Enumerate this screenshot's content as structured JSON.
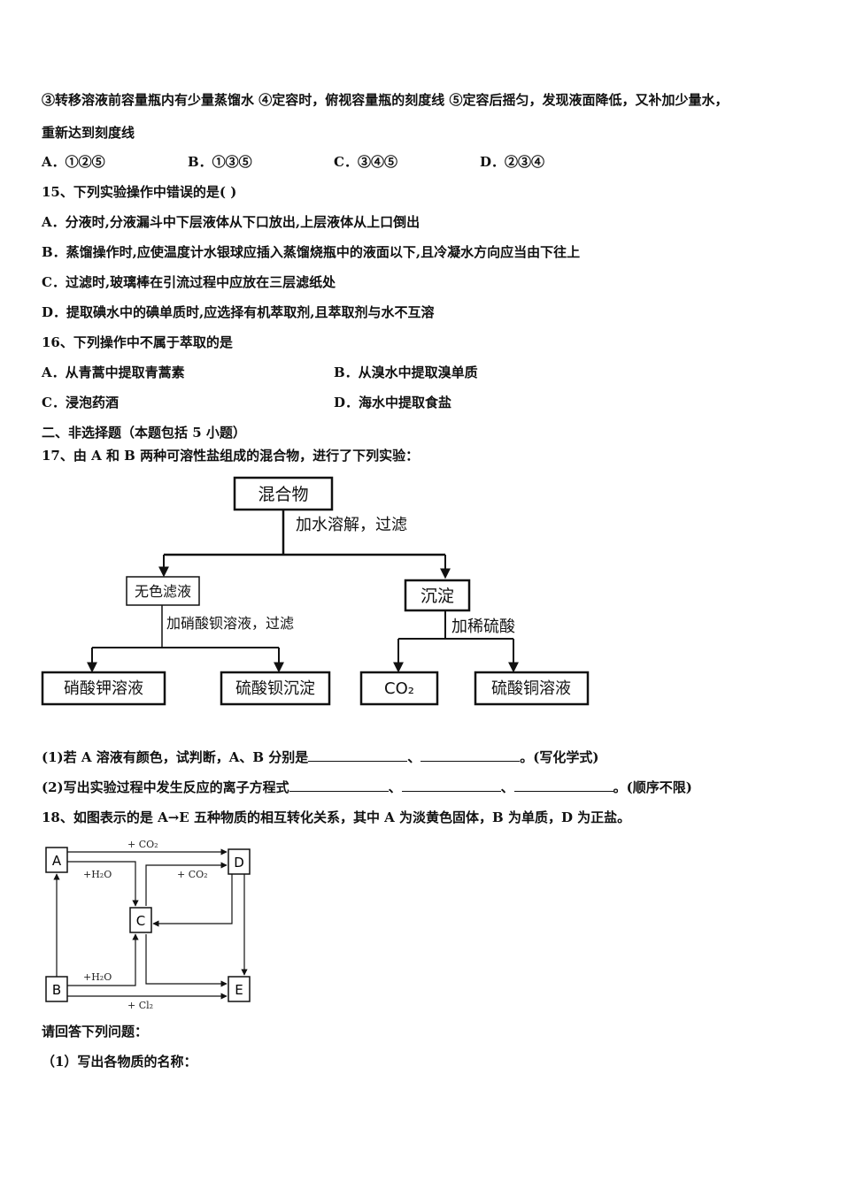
{
  "q14": {
    "line1": "③转移溶液前容量瓶内有少量蒸馏水 ④定容时，俯视容量瓶的刻度线 ⑤定容后摇匀，发现液面降低，又补加少量水，",
    "line2": "重新达到刻度线",
    "options": [
      "A．①②⑤",
      "B．①③⑤",
      "C．③④⑤",
      "D．②③④"
    ]
  },
  "q15": {
    "stem": "15、下列实验操作中错误的是(    )",
    "options": [
      "A．分液时,分液漏斗中下层液体从下口放出,上层液体从上口倒出",
      "B．蒸馏操作时,应使温度计水银球应插入蒸馏烧瓶中的液面以下,且冷凝水方向应当由下往上",
      "C．过滤时,玻璃棒在引流过程中应放在三层滤纸处",
      "D．提取碘水中的碘单质时,应选择有机萃取剂,且萃取剂与水不互溶"
    ]
  },
  "q16": {
    "stem": "16、下列操作中不属于萃取的是",
    "options": [
      "A．从青蒿中提取青蒿素",
      "B．从溴水中提取溴单质",
      "C．浸泡药酒",
      "D．海水中提取食盐"
    ]
  },
  "section2": "二、非选择题（本题包括 5 小题）",
  "q17": {
    "stem": "17、由 A 和 B 两种可溶性盐组成的混合物，进行了下列实验：",
    "flow": {
      "top": "混合物",
      "step1": "加水溶解，过滤",
      "left": "无色滤液",
      "right": "沉淀",
      "step_left": "加硝酸钡溶液，过滤",
      "step_right": "加稀硫酸",
      "out1": "硝酸钾溶液",
      "out2": "硫酸钡沉淀",
      "out3": "CO₂",
      "out4": "硫酸铜溶液"
    },
    "sub1_pre": "(1)若 A 溶液有颜色，试判断，A、B 分别是",
    "sep": "、",
    "sub1_post": "。(写化学式)",
    "sub2_pre": "(2)写出实验过程中发生反应的离子方程式",
    "sub2_post": "。(顺序不限)"
  },
  "q18": {
    "stem": "18、如图表示的是 A→E 五种物质的相互转化关系，其中 A 为淡黄色固体，B 为单质，D 为正盐。",
    "nodes": [
      "A",
      "B",
      "C",
      "D",
      "E"
    ],
    "labels": [
      "+ CO₂",
      "+H₂O",
      "+ CO₂",
      "+H₂O",
      "+ Cl₂"
    ],
    "ask": "请回答下列问题：",
    "sub1": "（1）写出各物质的名称："
  }
}
